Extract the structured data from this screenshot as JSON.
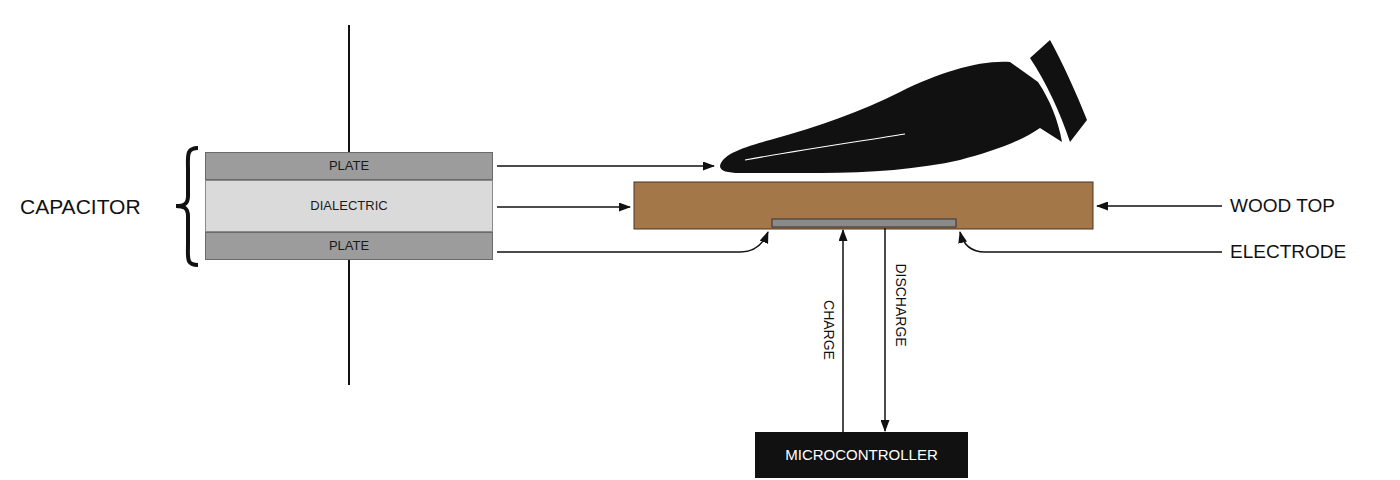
{
  "diagram": {
    "nodes": [
      {
        "text": [
          "PLATE"
        ]
      },
      {
        "text": [
          "DIALECTRIC"
        ]
      },
      {
        "text": [
          "PLATE"
        ]
      },
      {
        "text": [
          "MICROCONTROLLER"
        ]
      }
    ],
    "labels": [
      "CAPACITOR",
      "WOOD TOP",
      "ELECTRODE",
      "CHARGE",
      "DISCHARGE"
    ]
  }
}
